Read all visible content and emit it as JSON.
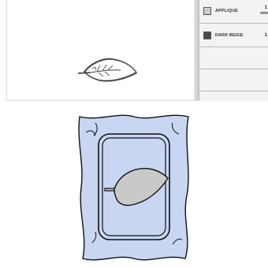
{
  "threads": [
    {
      "name": "APPLIQUE",
      "number": "1",
      "time_unit": "min",
      "swatch": "applique-material-swatch"
    },
    {
      "name": "DARK BEIGE",
      "number": "1",
      "swatch": "dark-beige-swatch"
    }
  ],
  "colors": {
    "fabric": "#c8d6f2",
    "applique_piece": "#c9c9c9",
    "outline": "#111111"
  }
}
